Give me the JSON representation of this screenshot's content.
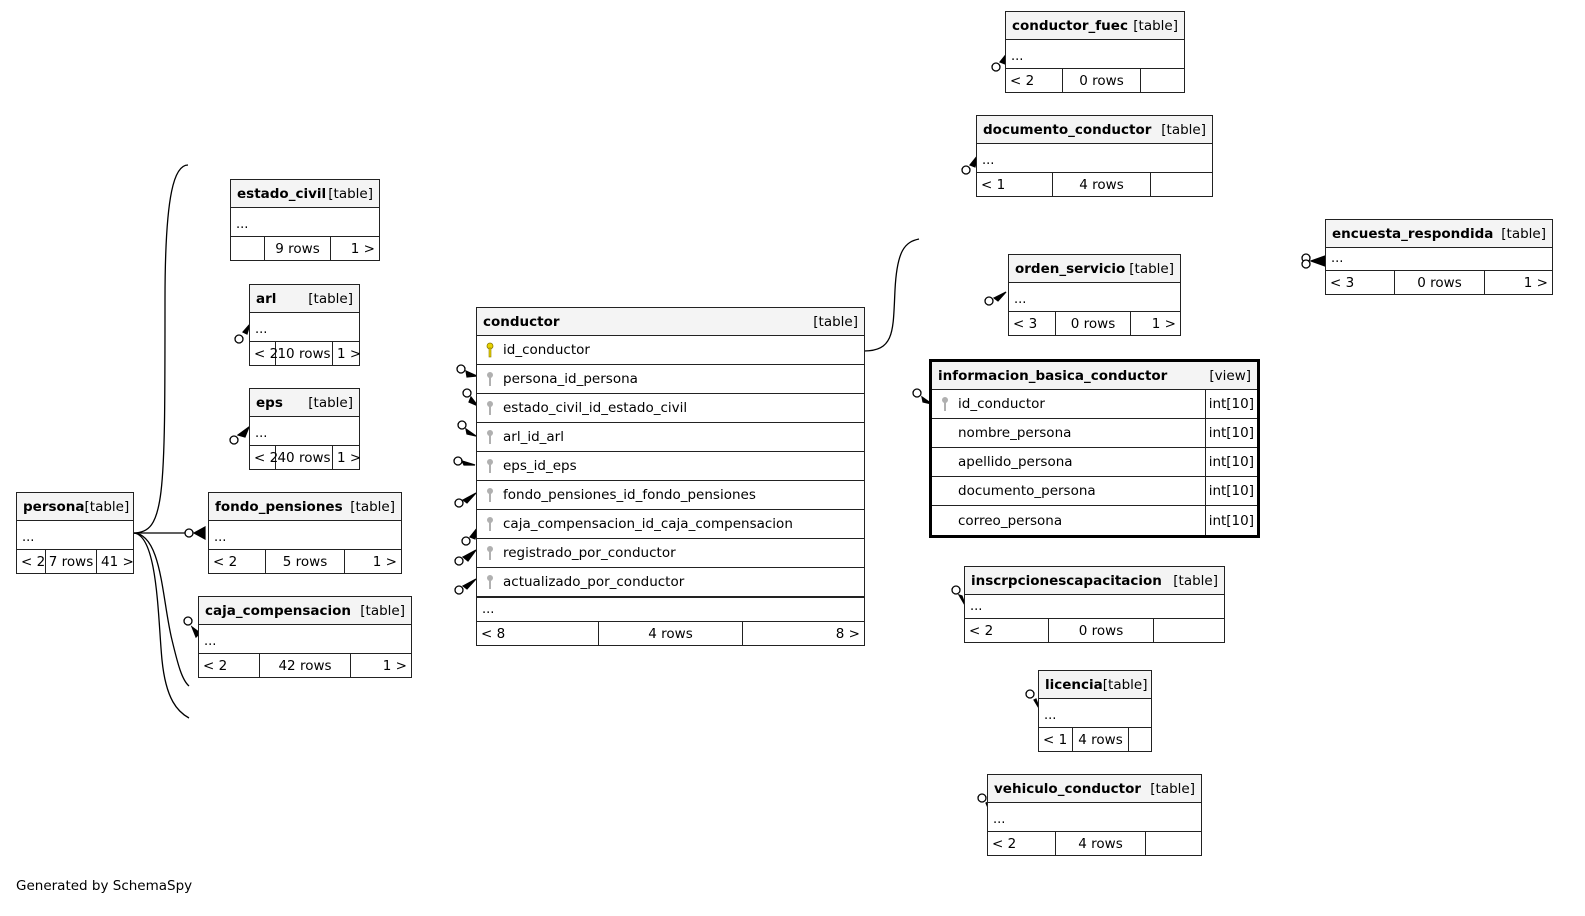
{
  "footer_text": "Generated by SchemaSpy",
  "colors": {
    "primary_key": "#e8d200",
    "foreign_key": "#b0b0b0",
    "line": "#000000"
  },
  "tables": {
    "persona": {
      "name": "persona",
      "kind": "[table]",
      "ellipsis": "...",
      "f1": "< 2",
      "f2": "7 rows",
      "f3": "41 >"
    },
    "estado_civil": {
      "name": "estado_civil",
      "kind": "[table]",
      "ellipsis": "...",
      "f1": "",
      "f2": "9 rows",
      "f3": "1 >"
    },
    "arl": {
      "name": "arl",
      "kind": "[table]",
      "ellipsis": "...",
      "f1": "< 2",
      "f2": "10 rows",
      "f3": "1 >"
    },
    "eps": {
      "name": "eps",
      "kind": "[table]",
      "ellipsis": "...",
      "f1": "< 2",
      "f2": "40 rows",
      "f3": "1 >"
    },
    "fondo_pensiones": {
      "name": "fondo_pensiones",
      "kind": "[table]",
      "ellipsis": "...",
      "f1": "< 2",
      "f2": "5 rows",
      "f3": "1 >"
    },
    "caja_compensacion": {
      "name": "caja_compensacion",
      "kind": "[table]",
      "ellipsis": "...",
      "f1": "< 2",
      "f2": "42 rows",
      "f3": "1 >"
    },
    "conductor": {
      "name": "conductor",
      "kind": "[table]",
      "ellipsis": "...",
      "f1": "< 8",
      "f2": "4 rows",
      "f3": "8 >",
      "columns": [
        {
          "name": "id_conductor",
          "key": "primary"
        },
        {
          "name": "persona_id_persona",
          "key": "foreign"
        },
        {
          "name": "estado_civil_id_estado_civil",
          "key": "foreign"
        },
        {
          "name": "arl_id_arl",
          "key": "foreign"
        },
        {
          "name": "eps_id_eps",
          "key": "foreign"
        },
        {
          "name": "fondo_pensiones_id_fondo_pensiones",
          "key": "foreign"
        },
        {
          "name": "caja_compensacion_id_caja_compensacion",
          "key": "foreign"
        },
        {
          "name": "registrado_por_conductor",
          "key": "foreign"
        },
        {
          "name": "actualizado_por_conductor",
          "key": "foreign"
        }
      ]
    },
    "conductor_fuec": {
      "name": "conductor_fuec",
      "kind": "[table]",
      "ellipsis": "...",
      "f1": "< 2",
      "f2": "0 rows",
      "f3": ""
    },
    "documento_conductor": {
      "name": "documento_conductor",
      "kind": "[table]",
      "ellipsis": "...",
      "f1": "< 1",
      "f2": "4 rows",
      "f3": ""
    },
    "orden_servicio": {
      "name": "orden_servicio",
      "kind": "[table]",
      "ellipsis": "...",
      "f1": "< 3",
      "f2": "0 rows",
      "f3": "1 >"
    },
    "encuesta_respondida": {
      "name": "encuesta_respondida",
      "kind": "[table]",
      "ellipsis": "...",
      "f1": "< 3",
      "f2": "0 rows",
      "f3": "1 >"
    },
    "informacion_basica_conductor": {
      "name": "informacion_basica_conductor",
      "kind": "[view]",
      "columns": [
        {
          "name": "id_conductor",
          "type": "int[10]",
          "key": "foreign"
        },
        {
          "name": "nombre_persona",
          "type": "int[10]",
          "key": "none"
        },
        {
          "name": "apellido_persona",
          "type": "int[10]",
          "key": "none"
        },
        {
          "name": "documento_persona",
          "type": "int[10]",
          "key": "none"
        },
        {
          "name": "correo_persona",
          "type": "int[10]",
          "key": "none"
        }
      ]
    },
    "inscrpcionescapacitacion": {
      "name": "inscrpcionescapacitacion",
      "kind": "[table]",
      "ellipsis": "...",
      "f1": "< 2",
      "f2": "0 rows",
      "f3": ""
    },
    "licencia": {
      "name": "licencia",
      "kind": "[table]",
      "ellipsis": "...",
      "f1": "< 1",
      "f2": "4 rows",
      "f3": ""
    },
    "vehiculo_conductor": {
      "name": "vehiculo_conductor",
      "kind": "[table]",
      "ellipsis": "...",
      "f1": "< 2",
      "f2": "4 rows",
      "f3": ""
    }
  }
}
